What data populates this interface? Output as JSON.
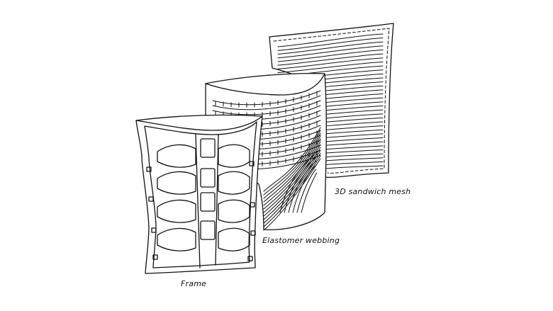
{
  "labels": {
    "mesh": "3D sandwich mesh",
    "webbing": "Elastomer webbing",
    "frame": "Frame"
  }
}
